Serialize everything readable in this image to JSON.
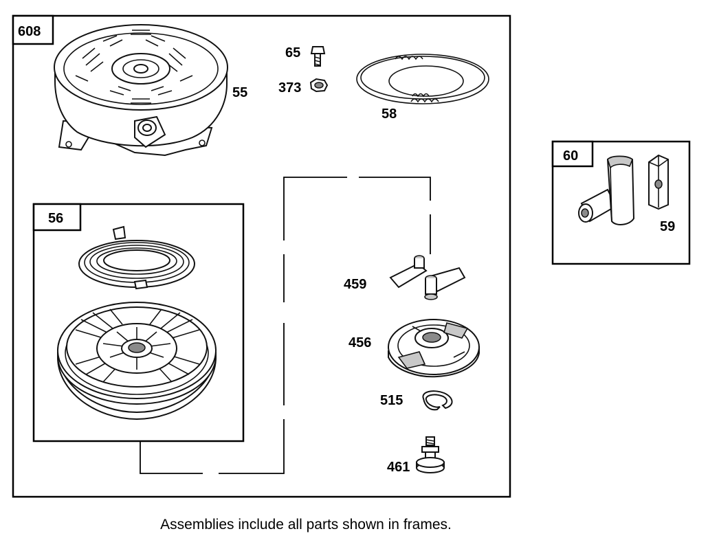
{
  "frames": {
    "main": {
      "label": "608"
    },
    "spring_pulley": {
      "label": "56"
    },
    "handle": {
      "label": "60"
    }
  },
  "parts": {
    "housing": "55",
    "screw": "65",
    "nut": "373",
    "rope": "58",
    "dog": "459",
    "retainer": "456",
    "ring": "515",
    "screw_bolt": "461",
    "handle_insert": "59"
  },
  "caption": "Assemblies include all parts shown in frames."
}
